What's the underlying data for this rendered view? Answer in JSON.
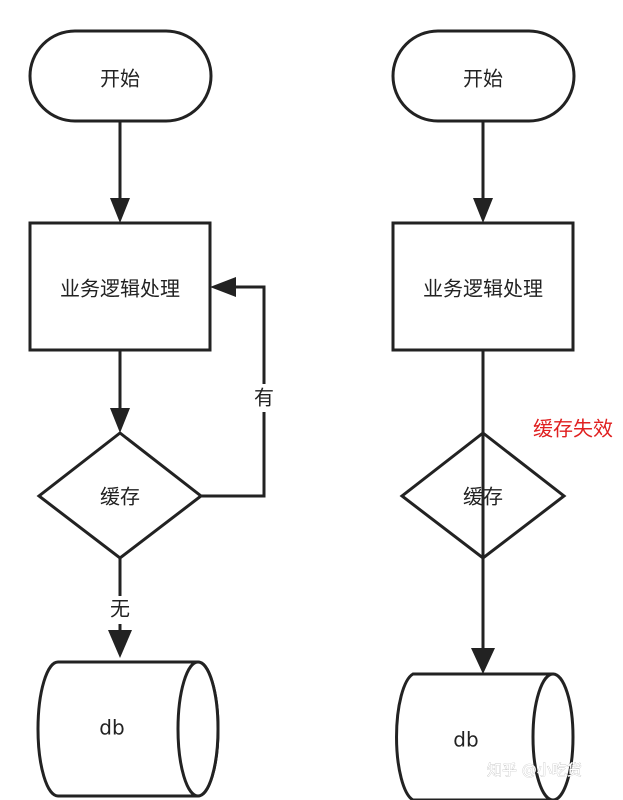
{
  "left_flow": {
    "start": "开始",
    "process": "业务逻辑处理",
    "decision": "缓存",
    "yes_label": "有",
    "no_label": "无",
    "db": "db"
  },
  "right_flow": {
    "start": "开始",
    "process": "业务逻辑处理",
    "decision": "缓存",
    "annotation": "缓存失效",
    "db": "db"
  },
  "watermark": "知乎 @小吃货",
  "colors": {
    "stroke": "#222222",
    "annotation": "#e02020"
  }
}
